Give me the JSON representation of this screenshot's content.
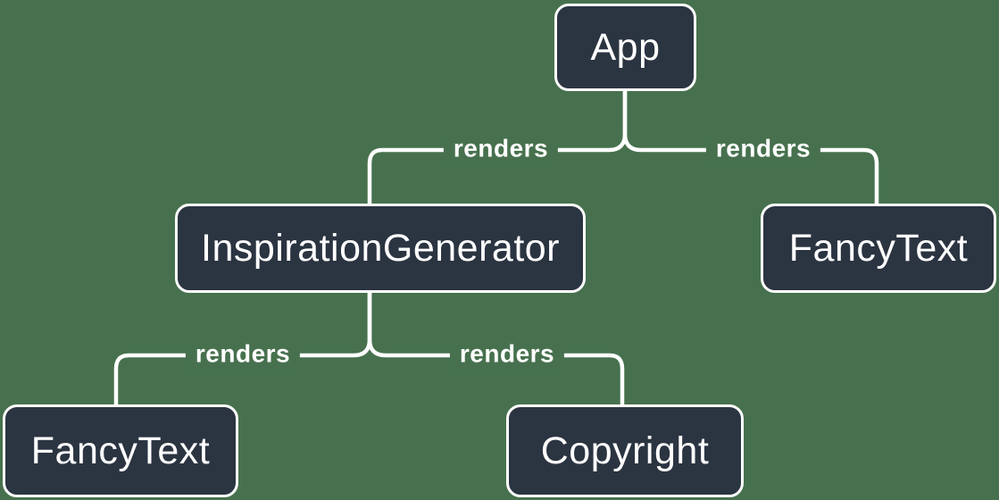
{
  "diagram": {
    "type": "tree",
    "description": "React component render tree",
    "colors": {
      "background": "#47714E",
      "node_fill": "#2B3441",
      "node_border": "#FFFFFF",
      "line": "#FFFFFF",
      "text": "#FFFFFF"
    },
    "nodes": [
      {
        "id": "app",
        "label": "App"
      },
      {
        "id": "inspiration-generator",
        "label": "InspirationGenerator"
      },
      {
        "id": "fancytext-right",
        "label": "FancyText"
      },
      {
        "id": "fancytext-left",
        "label": "FancyText"
      },
      {
        "id": "copyright",
        "label": "Copyright"
      }
    ],
    "edges": [
      {
        "from": "App",
        "to": "InspirationGenerator",
        "label": "renders"
      },
      {
        "from": "App",
        "to": "FancyText",
        "label": "renders"
      },
      {
        "from": "InspirationGenerator",
        "to": "FancyText",
        "label": "renders"
      },
      {
        "from": "InspirationGenerator",
        "to": "Copyright",
        "label": "renders"
      }
    ]
  }
}
